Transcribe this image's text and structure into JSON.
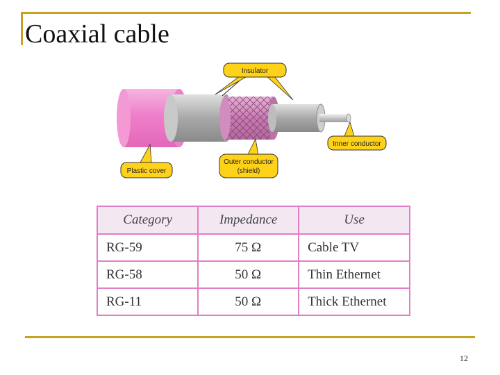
{
  "slide": {
    "title": "Coaxial cable",
    "page_number": "12"
  },
  "diagram": {
    "labels": {
      "insulator": "Insulator",
      "inner_conductor": "Inner conductor",
      "plastic_cover": "Plastic cover",
      "outer_conductor_line1": "Outer conductor",
      "outer_conductor_line2": "(shield)"
    },
    "colors": {
      "callout_fill": "#ffd21a",
      "plastic_cover": "#ef8fd0",
      "shield": "#d487be",
      "insulator": "#b7b7b7"
    }
  },
  "table": {
    "headers": [
      "Category",
      "Impedance",
      "Use"
    ],
    "rows": [
      [
        "RG-59",
        "75 Ω",
        "Cable TV"
      ],
      [
        "RG-58",
        "50 Ω",
        "Thin Ethernet"
      ],
      [
        "RG-11",
        "50 Ω",
        "Thick Ethernet"
      ]
    ],
    "border_color": "#e27ec4",
    "header_bg": "#f3e7f2"
  }
}
